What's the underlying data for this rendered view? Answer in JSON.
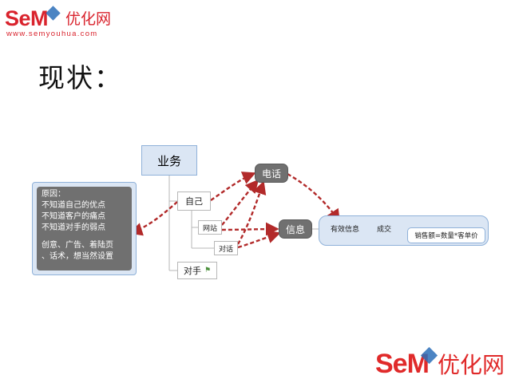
{
  "logo_top": {
    "brand": "SeM",
    "brand_cn": "优化网",
    "url": "www.semyouhua.com"
  },
  "title": "现状：",
  "diagram": {
    "root": "业务",
    "self": "自己",
    "website": "网站",
    "dialog": "对话",
    "rival": "对手",
    "phone": "电话",
    "info": "信息",
    "effect_1": "有效信息",
    "effect_2": "成交",
    "sales_formula": "销售额=数量*客单价",
    "reason_lines": [
      "原因：",
      "不知道自己的优点",
      "不知道客户的痛点",
      "不知道对手的弱点"
    ],
    "reason_tail": [
      "创意、广告、着陆页",
      "、话术，想当然设置"
    ]
  },
  "logo_bottom": {
    "brand": "SeM",
    "brand_cn": "优化网"
  },
  "colors": {
    "brand_red": "#d9232d",
    "arrow_red": "#b22a2a",
    "box_blue_fill": "#dbe6f4",
    "box_blue_border": "#8fb1d9",
    "dark_node": "#707070"
  },
  "icons": {
    "rival_marker": "flag-icon"
  }
}
